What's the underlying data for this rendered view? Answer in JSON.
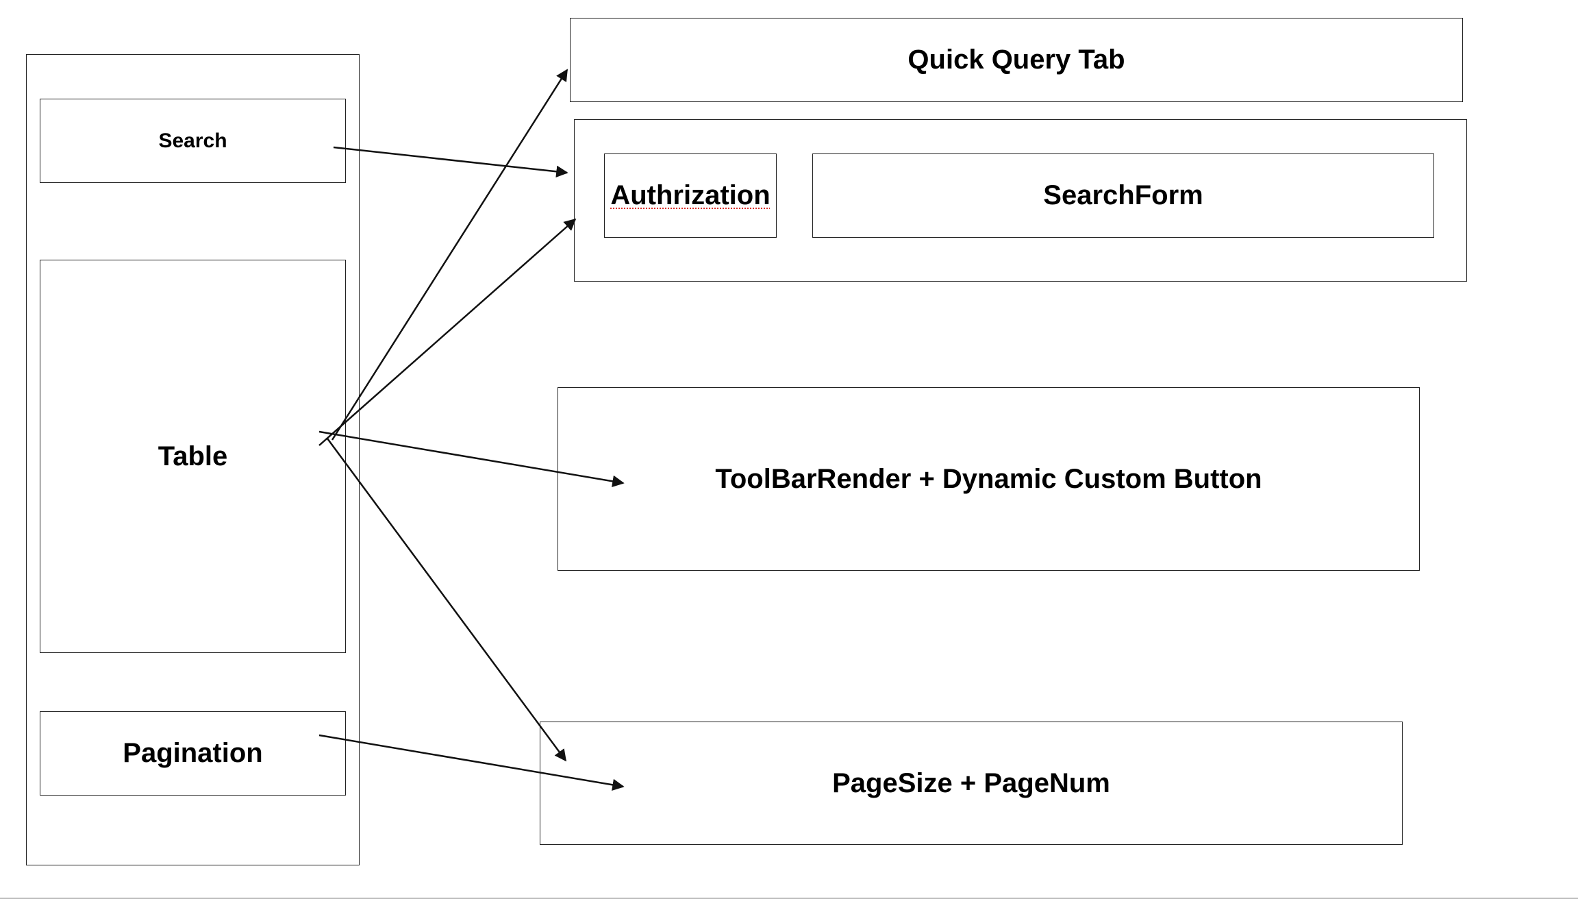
{
  "left_panel": {
    "search_label": "Search",
    "table_label": "Table",
    "pagination_label": "Pagination"
  },
  "right_panel": {
    "quick_query_label": "Quick Query Tab",
    "authrization_label": "Authrization",
    "searchform_label": "SearchForm",
    "toolbar_label": "ToolBarRender + Dynamic Custom Button",
    "pagesize_label": "PageSize + PageNum"
  },
  "colors": {
    "stroke": "#222222",
    "spellcheck_underline": "#d9302c",
    "bottom_rule": "#bdbdbd"
  }
}
